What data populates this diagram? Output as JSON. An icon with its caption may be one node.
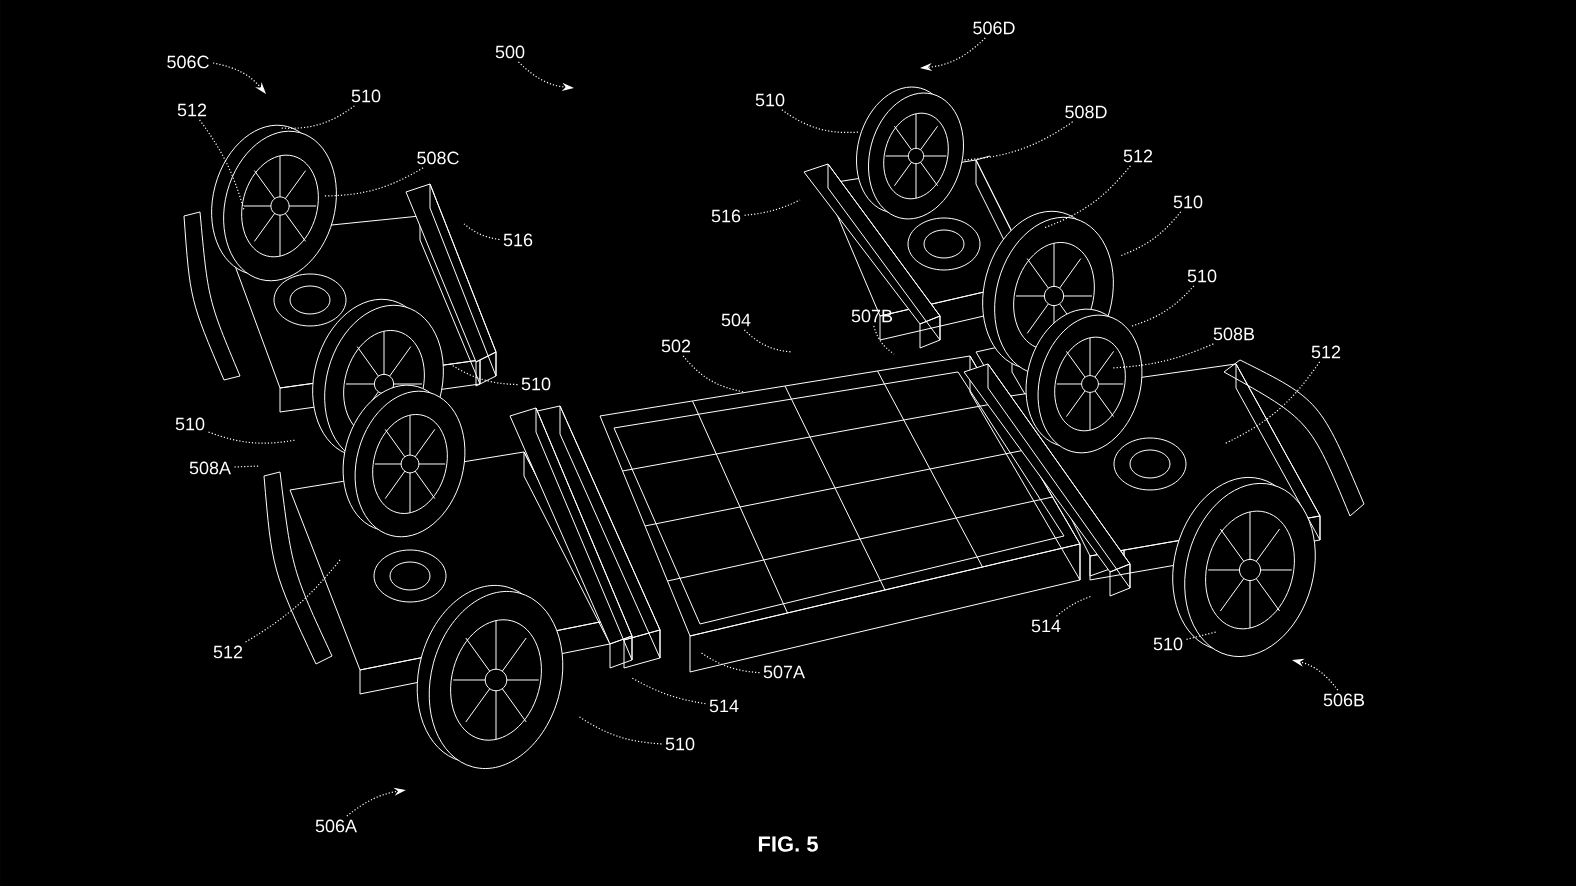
{
  "diagram": {
    "caption": "FIG. 5",
    "nodes": [
      {
        "text": [
          "506C"
        ]
      },
      {
        "text": [
          "500"
        ]
      },
      {
        "text": [
          "506D"
        ]
      },
      {
        "text": [
          "512"
        ]
      },
      {
        "text": [
          "510"
        ]
      },
      {
        "text": [
          "508C"
        ]
      },
      {
        "text": [
          "516"
        ]
      },
      {
        "text": [
          "510"
        ]
      },
      {
        "text": [
          "510"
        ]
      },
      {
        "text": [
          "508A"
        ]
      },
      {
        "text": [
          "512"
        ]
      },
      {
        "text": [
          "510"
        ]
      },
      {
        "text": [
          "514"
        ]
      },
      {
        "text": [
          "507A"
        ]
      },
      {
        "text": [
          "506A"
        ]
      },
      {
        "text": [
          "502"
        ]
      },
      {
        "text": [
          "504"
        ]
      },
      {
        "text": [
          "507B"
        ]
      },
      {
        "text": [
          "510"
        ]
      },
      {
        "text": [
          "516"
        ]
      },
      {
        "text": [
          "508D"
        ]
      },
      {
        "text": [
          "512"
        ]
      },
      {
        "text": [
          "510"
        ]
      },
      {
        "text": [
          "510"
        ]
      },
      {
        "text": [
          "508B"
        ]
      },
      {
        "text": [
          "512"
        ]
      },
      {
        "text": [
          "514"
        ]
      },
      {
        "text": [
          "510"
        ]
      },
      {
        "text": [
          "506B"
        ]
      }
    ],
    "edges": [
      {
        "from": 0,
        "to": null,
        "arrow": "to"
      },
      {
        "from": 1,
        "to": null,
        "arrow": "to"
      },
      {
        "from": 2,
        "to": null,
        "arrow": "to"
      },
      {
        "from": 3,
        "to": null,
        "arrow": "none"
      },
      {
        "from": 4,
        "to": null,
        "arrow": "none"
      },
      {
        "from": 5,
        "to": null,
        "arrow": "none"
      },
      {
        "from": 6,
        "to": null,
        "arrow": "none"
      },
      {
        "from": 7,
        "to": null,
        "arrow": "none"
      },
      {
        "from": 8,
        "to": null,
        "arrow": "none"
      },
      {
        "from": 9,
        "to": null,
        "arrow": "none"
      },
      {
        "from": 10,
        "to": null,
        "arrow": "none"
      },
      {
        "from": 11,
        "to": null,
        "arrow": "none"
      },
      {
        "from": 12,
        "to": null,
        "arrow": "none"
      },
      {
        "from": 13,
        "to": null,
        "arrow": "none"
      },
      {
        "from": 14,
        "to": null,
        "arrow": "to"
      },
      {
        "from": 15,
        "to": null,
        "arrow": "none"
      },
      {
        "from": 16,
        "to": null,
        "arrow": "none"
      },
      {
        "from": 17,
        "to": null,
        "arrow": "none"
      },
      {
        "from": 18,
        "to": null,
        "arrow": "none"
      },
      {
        "from": 19,
        "to": null,
        "arrow": "none"
      },
      {
        "from": 20,
        "to": null,
        "arrow": "none"
      },
      {
        "from": 21,
        "to": null,
        "arrow": "none"
      },
      {
        "from": 22,
        "to": null,
        "arrow": "none"
      },
      {
        "from": 23,
        "to": null,
        "arrow": "none"
      },
      {
        "from": 24,
        "to": null,
        "arrow": "none"
      },
      {
        "from": 25,
        "to": null,
        "arrow": "none"
      },
      {
        "from": 26,
        "to": null,
        "arrow": "none"
      },
      {
        "from": 27,
        "to": null,
        "arrow": "none"
      },
      {
        "from": 28,
        "to": null,
        "arrow": "to"
      }
    ]
  }
}
